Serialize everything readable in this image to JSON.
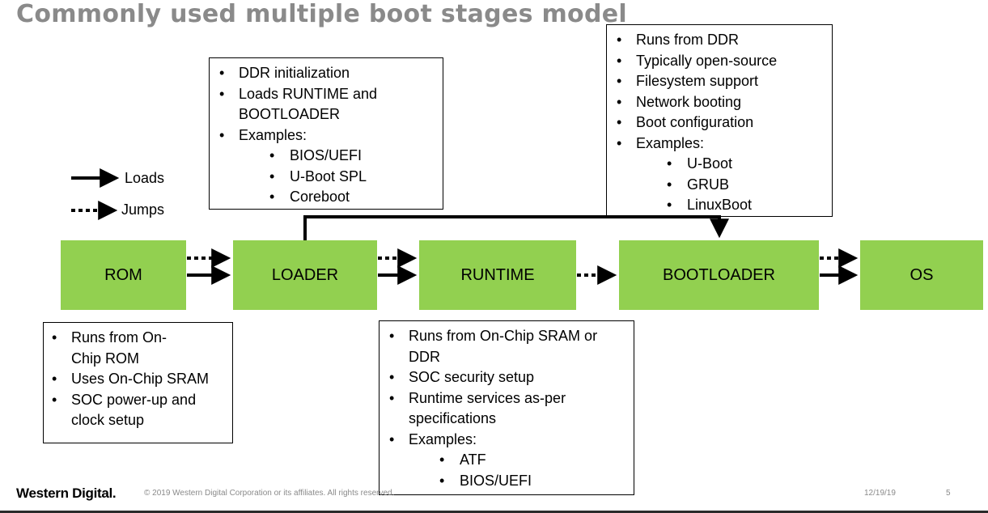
{
  "title": "Commonly used multiple boot stages model",
  "legend": {
    "loads": "Loads",
    "jumps": "Jumps"
  },
  "stages": [
    "ROM",
    "LOADER",
    "RUNTIME",
    "BOOTLOADER",
    "OS"
  ],
  "notes": {
    "loader": {
      "items": [
        "DDR initialization",
        "Loads RUNTIME and BOOTLOADER",
        "Examples:"
      ],
      "examples": [
        "BIOS/UEFI",
        "U-Boot SPL",
        "Coreboot"
      ]
    },
    "bootloader": {
      "items": [
        "Runs from DDR",
        "Typically open-source",
        "Filesystem support",
        "Network booting",
        "Boot configuration",
        "Examples:"
      ],
      "examples": [
        "U-Boot",
        "GRUB",
        "LinuxBoot"
      ]
    },
    "rom": {
      "items": [
        "Runs from On-Chip ROM",
        "Uses On-Chip SRAM",
        "SOC power-up and clock setup"
      ]
    },
    "runtime": {
      "items": [
        "Runs from On-Chip SRAM or DDR",
        "SOC security setup",
        "Runtime services as-per specifications",
        "Examples:"
      ],
      "examples": [
        "ATF",
        "BIOS/UEFI"
      ]
    }
  },
  "footer": {
    "logo": "Western Digital.",
    "copyright": "© 2019 Western Digital Corporation or its affiliates. All rights reserved.",
    "date": "12/19/19",
    "page": "5"
  },
  "colors": {
    "stage_fill": "#92d050",
    "title": "#8a8a8a"
  }
}
